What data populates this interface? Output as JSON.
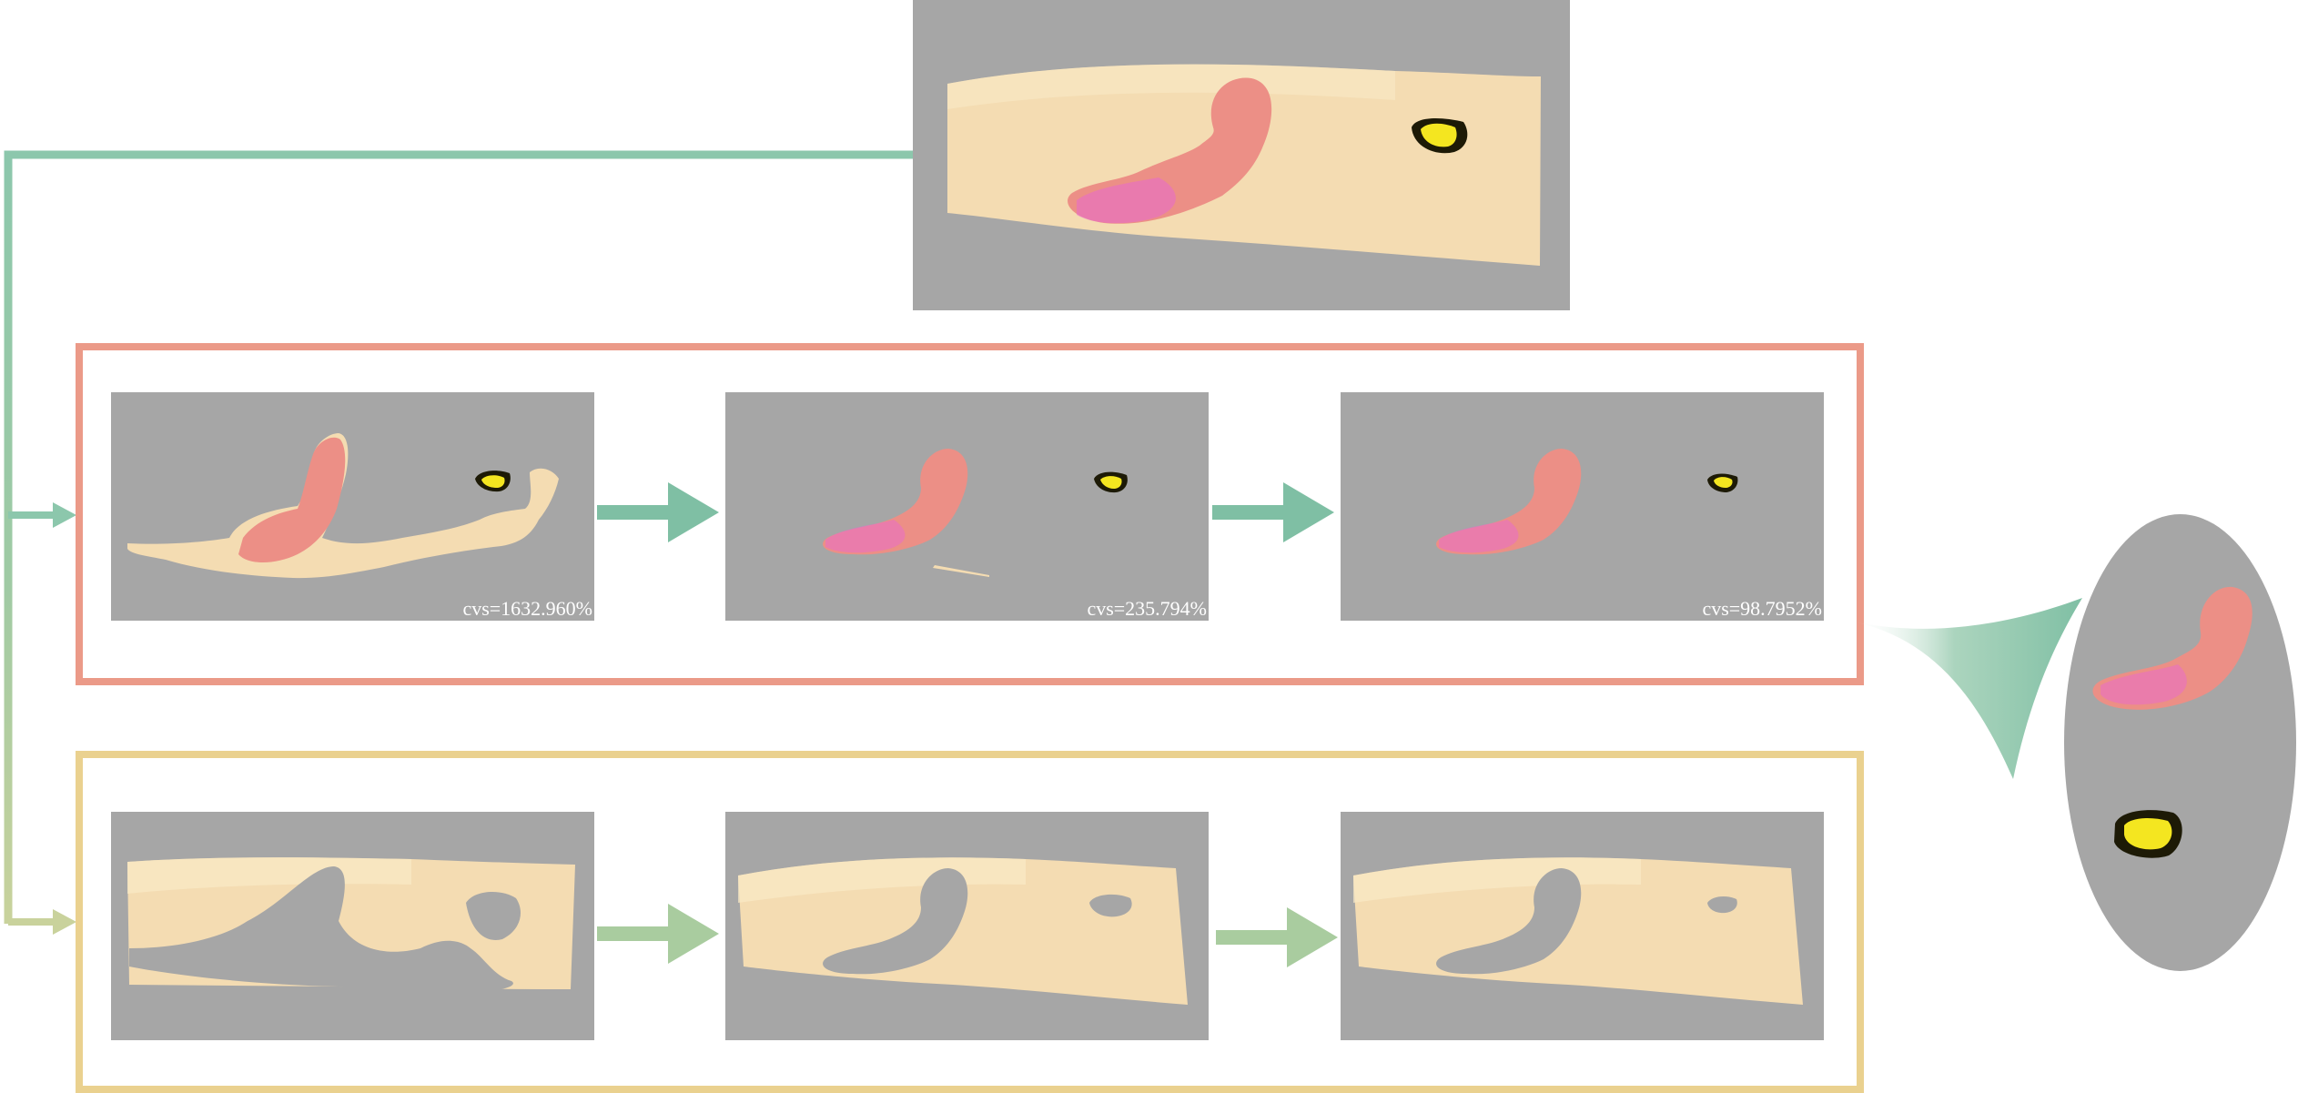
{
  "colors": {
    "panel_bg": "#a6a6a6",
    "skin": "#f4dcb2",
    "skin_light": "#f9e9c6",
    "lesion_pink": "#ec8f86",
    "lesion_magenta": "#e86ad0",
    "spot_yellow": "#f4e620",
    "spot_dark": "#1d1a06",
    "top_frame": "#eb9a88",
    "bottom_frame": "#ead18f",
    "arrow_teal": "#7fbfa4",
    "arrow_sage": "#a9cc9f",
    "connector_teal": "#8cc7ac",
    "connector_yellow": "#c9d29c"
  },
  "input_image": {
    "icon": "skin-lesion-photo"
  },
  "segmentation_row": {
    "panels": [
      {
        "cvs_label": "cvs=1632.960%"
      },
      {
        "cvs_label": "cvs=235.794%"
      },
      {
        "cvs_label": "cvs=98.7952%"
      }
    ]
  },
  "background_row": {
    "panels": [
      {
        "icon": "background-mask-1"
      },
      {
        "icon": "background-mask-2"
      },
      {
        "icon": "background-mask-3"
      }
    ]
  },
  "result": {
    "icon": "extracted-lesions-ellipse"
  }
}
